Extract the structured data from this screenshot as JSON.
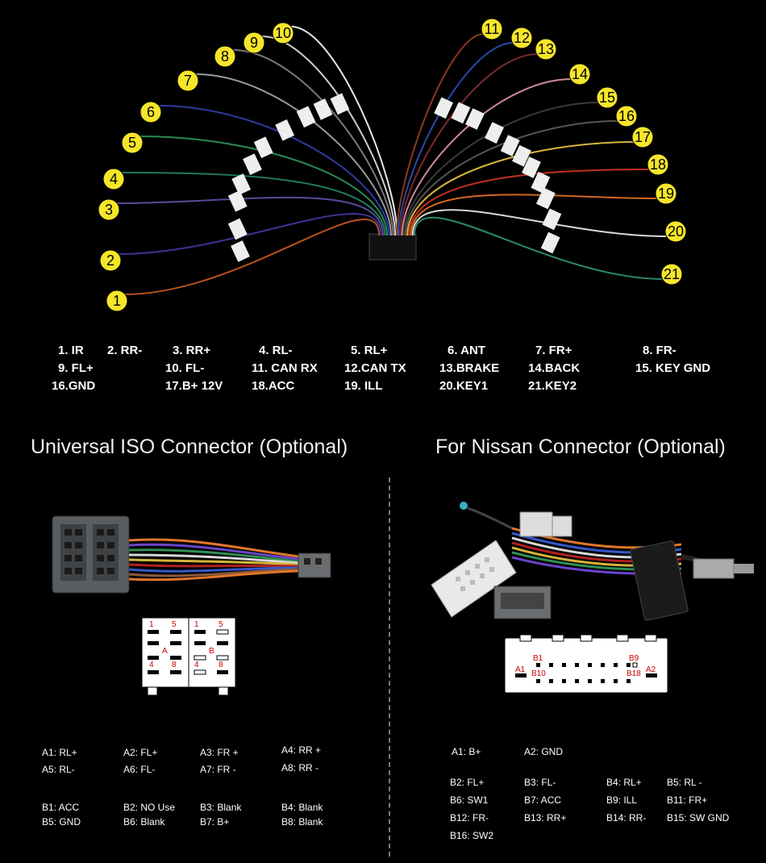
{
  "harness": {
    "left_labels": [
      "1",
      "2",
      "3",
      "4",
      "5",
      "6",
      "7",
      "8",
      "9",
      "10"
    ],
    "right_labels": [
      "11",
      "12",
      "13",
      "14",
      "15",
      "16",
      "17",
      "18",
      "19",
      "20",
      "21"
    ]
  },
  "wire_list": [
    "1. IR",
    "2. RR-",
    "3. RR+",
    "4. RL-",
    "5. RL+",
    "6. ANT",
    "7. FR+",
    "8. FR-",
    "9. FL+",
    "10. FL-",
    "11. CAN RX",
    "12.CAN TX",
    "13.BRAKE",
    "14.BACK",
    "15. KEY GND",
    "16.GND",
    "17.B+ 12V",
    "18.ACC",
    "19. ILL",
    "20.KEY1",
    "21.KEY2"
  ],
  "iso": {
    "title": "Universal ISO Connector (Optional)",
    "pin_labels": {
      "a1": "1",
      "a5": "5",
      "a_mid": "A",
      "a4": "4",
      "a8": "8",
      "b1": "1",
      "b5": "5",
      "b_mid": "B",
      "b4": "4",
      "b8": "8"
    },
    "pins": [
      "A1: RL+",
      "A2: FL+",
      "A3: FR +",
      "A4: RR +",
      "A5: RL-",
      "A6: FL-",
      "A7: FR -",
      "A8: RR -",
      "B1: ACC",
      "B2: NO Use",
      "B3: Blank",
      "B4: Blank",
      "B5: GND",
      "B6: Blank",
      "B7: B+",
      "B8: Blank"
    ]
  },
  "nissan": {
    "title": "For Nissan Connector (Optional)",
    "pin_labels": {
      "a1": "A1",
      "a2": "A2",
      "b1": "B1",
      "b9": "B9",
      "b10": "B10",
      "b18": "B18"
    },
    "pins": [
      "A1: B+",
      "A2: GND",
      "B2: FL+",
      "B3: FL-",
      "B4: RL+",
      "B5: RL -",
      "B6: SW1",
      "B7: ACC",
      "B9: ILL",
      "B11: FR+",
      "B12: FR-",
      "B13: RR+",
      "B14: RR-",
      "B15: SW GND",
      "B16: SW2"
    ]
  },
  "colors": {
    "callout": "#f5e62a",
    "background": "#000000",
    "pin_label": "#cc0000"
  }
}
